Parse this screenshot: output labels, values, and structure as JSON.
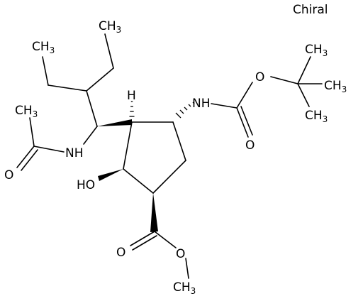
{
  "structure": {
    "chiral_flag": "Chiral",
    "labels": {
      "methyl_ethyl_top": {
        "main": "CH",
        "sub": "3"
      },
      "methyl_ethyl_left": {
        "main": "CH",
        "sub": "3"
      },
      "acetyl_methyl": {
        "main": "CH",
        "sub": "3"
      },
      "acetyl_oxygen": "O",
      "amide_nh": "NH",
      "hydroxyl": "HO",
      "ring_hydrogen": "H",
      "carbamate_nh": "NH",
      "carbamate_ester_o": "O",
      "carbamate_carbonyl_o": "O",
      "tbu_methyl_1": {
        "main": "CH",
        "sub": "3"
      },
      "tbu_methyl_2": {
        "main": "CH",
        "sub": "3"
      },
      "tbu_methyl_3": {
        "main": "CH",
        "sub": "3"
      },
      "ester_carbonyl_o": "O",
      "ester_o": "O",
      "ester_methyl": {
        "main": "CH",
        "sub": "3"
      }
    }
  }
}
